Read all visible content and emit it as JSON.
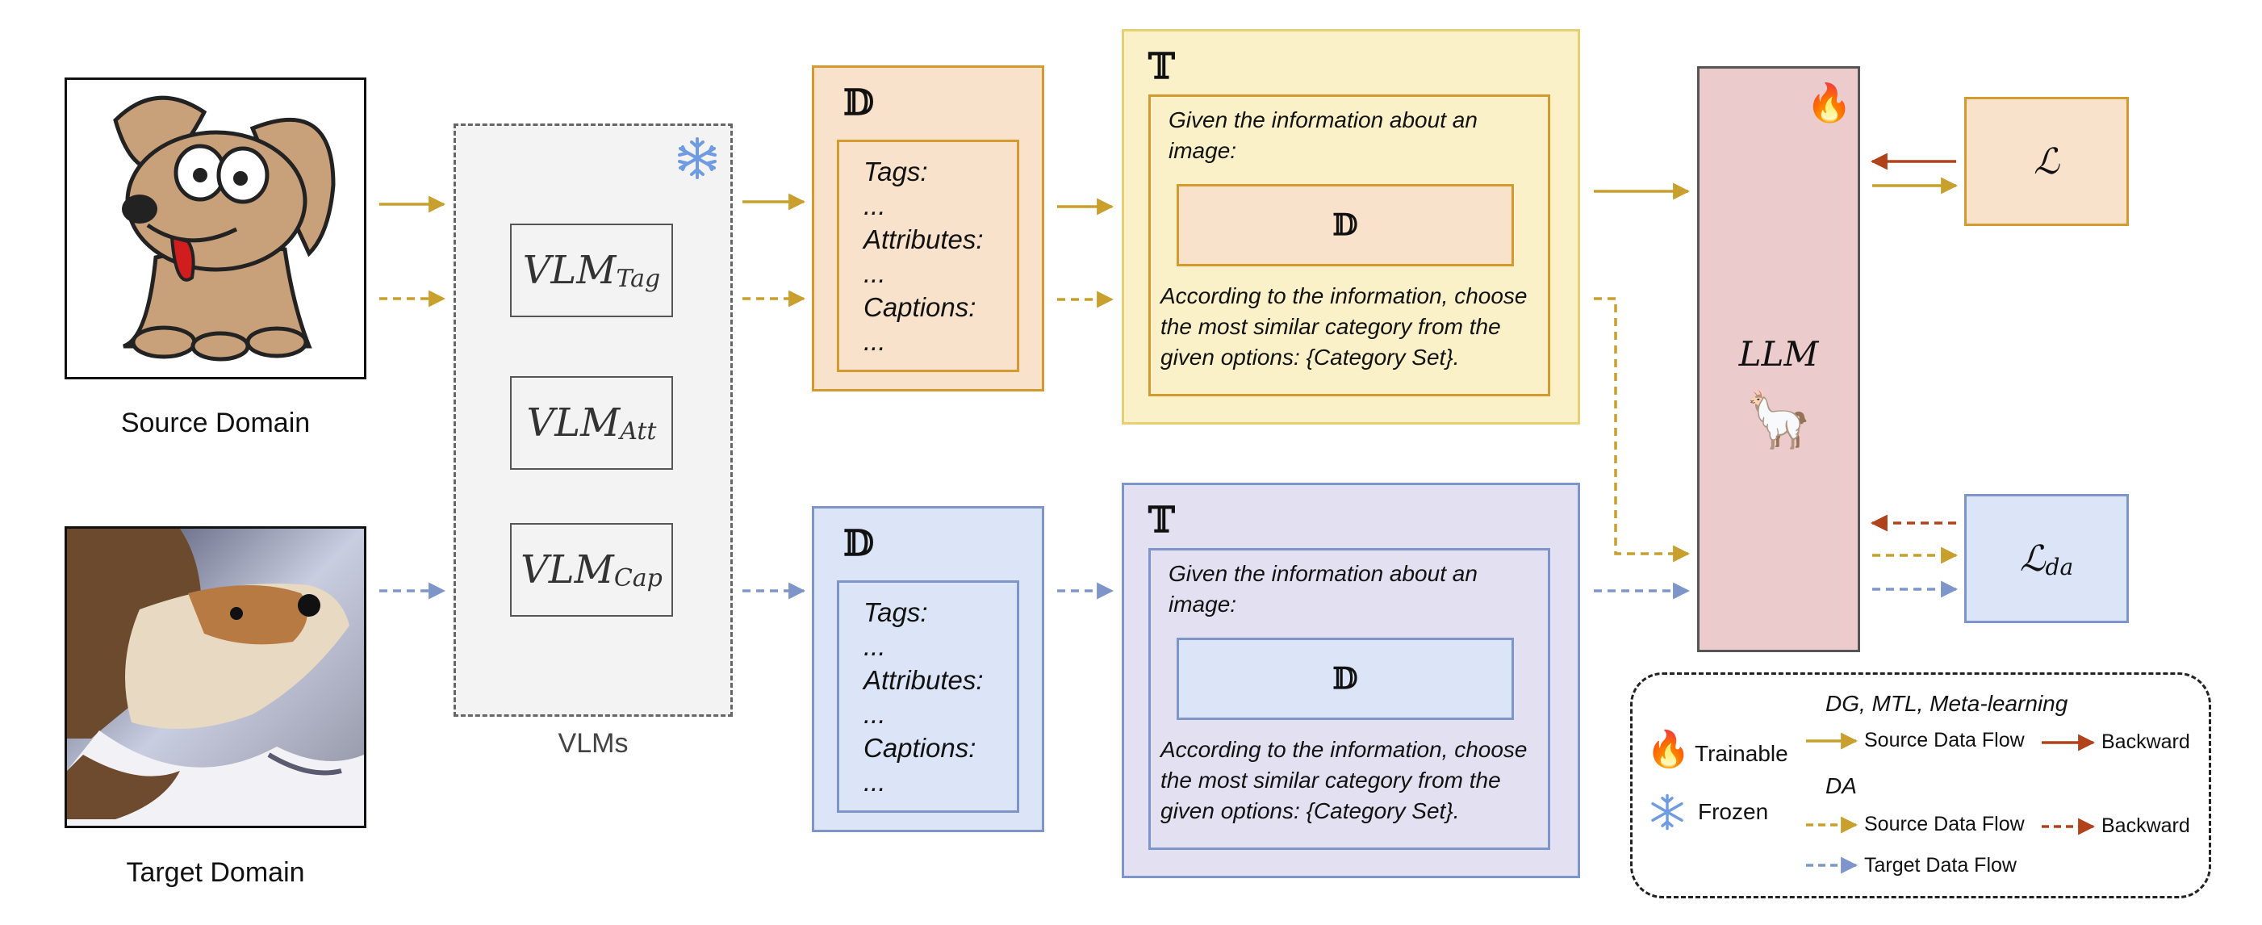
{
  "source": {
    "caption": "Source Domain"
  },
  "target": {
    "caption": "Target Domain"
  },
  "vlms": {
    "caption": "VLMs",
    "items": [
      {
        "base": "VLM",
        "sub": "Tag"
      },
      {
        "base": "VLM",
        "sub": "Att"
      },
      {
        "base": "VLM",
        "sub": "Cap"
      }
    ]
  },
  "d_block": {
    "symbol": "𝔻",
    "lines": [
      "Tags:",
      "...",
      "Attributes:",
      "...",
      "Captions:",
      "..."
    ]
  },
  "t_block": {
    "symbol": "𝕋",
    "intro": "Given the information about an image:",
    "d_symbol": "𝔻",
    "question": "According to the information, choose the most similar category from the given options: {Category Set}."
  },
  "llm": {
    "label": "LLM",
    "fire": "🔥",
    "llama": "🦙"
  },
  "loss": {
    "main": "ℒ",
    "da_base": "ℒ",
    "da_sub": "da"
  },
  "legend": {
    "trainable": "Trainable",
    "frozen": "Frozen",
    "dg_heading": "DG, MTL, Meta-learning",
    "dg_source": "Source Data Flow",
    "dg_backward": "Backward",
    "da_heading": "DA",
    "da_source": "Source Data Flow",
    "da_backward": "Backward",
    "da_target": "Target Data Flow"
  },
  "colors": {
    "gold": "#c9a02e",
    "blue": "#7d95c9",
    "red": "#b0431b",
    "orange_fill": "#f8e2cb",
    "orange_border": "#d49a30",
    "yellow_fill": "#fbf1c9",
    "blue_fill": "#dbe5f7",
    "blue_border": "#7d95c9",
    "lavender_fill": "#e3e1f1",
    "llm_fill": "#eccbcd"
  }
}
